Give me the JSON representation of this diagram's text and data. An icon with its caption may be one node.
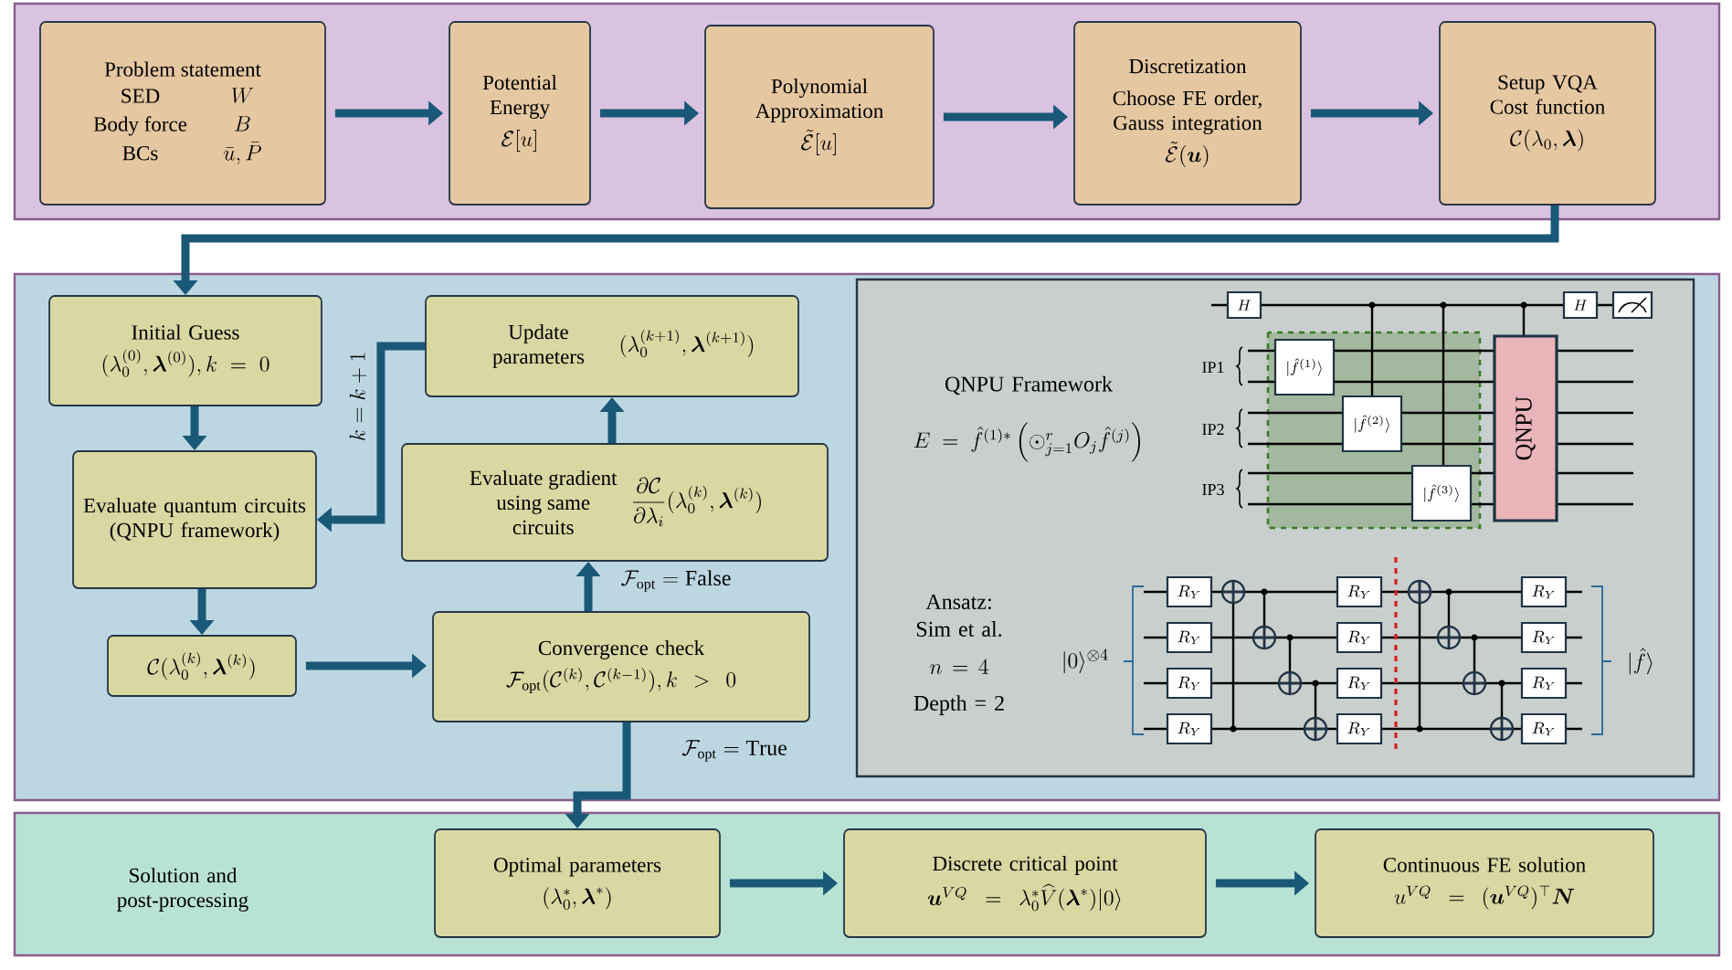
{
  "diagram": {
    "nodes": [
      {
        "text": [],
        "shape": "box"
      },
      {
        "text": [
          "Problem statement",
          "SED",
          "W",
          "Body force",
          "B",
          "BCs",
          "\\bar{u}, \\bar{P}"
        ],
        "in": 0
      },
      {
        "text": [
          "Potential Energy",
          "\\mathcal{E}[u]"
        ],
        "in": 0
      },
      {
        "text": [
          "Polynomial Approximation",
          "\\tilde{\\mathcal{E}}[u]"
        ],
        "in": 0
      },
      {
        "text": [
          "Discretization",
          "Choose FE order, Gauss integration",
          "\\tilde{\\mathcal{E}}(\\boldsymbol{u})"
        ],
        "in": 0
      },
      {
        "text": [
          "Setup VQA Cost function",
          "\\mathcal{C}(\\lambda_0, \\boldsymbol{\\lambda})"
        ],
        "in": 0
      },
      {
        "text": [],
        "shape": "box"
      },
      {
        "text": [
          "Initial Guess",
          "(\\lambda_0^{(0)},\\boldsymbol{\\lambda}^{(0)}),k=0"
        ],
        "in": 6
      },
      {
        "text": [
          "Evaluate quantum circuits (QNPU framework)"
        ],
        "in": 6
      },
      {
        "text": [
          "\\mathcal{C}(\\lambda_0^{(k)}, \\boldsymbol{\\lambda}^{(k)})"
        ],
        "in": 6
      },
      {
        "text": [
          "Convergence check",
          "\\mathcal{F}_{\\mathrm{opt}}(\\mathcal{C}^{(k)},\\mathcal{C}^{(k-1)}),k>0"
        ],
        "in": 6
      },
      {
        "text": [
          "Evaluate gradient using same circuits",
          "\\frac{\\partial \\mathcal{C}}{\\partial \\lambda_i}(\\lambda_0^{(k)}, \\boldsymbol{\\lambda}^{(k)})"
        ],
        "in": 6
      },
      {
        "text": [
          "Update parameters",
          "(\\lambda_0^{(k+1)}, \\boldsymbol{\\lambda}^{(k+1)})"
        ],
        "in": 6
      },
      {
        "text": [
          "QNPU Framework",
          "E=\\hat{f}^{(1)*}\\left(\\odot_{j=1}^{r}O_j\\hat{f}^{(j)}\\right)",
          "Ansatz: Sim et al.",
          "n=4",
          "Depth = 2"
        ],
        "in": 6
      },
      {
        "text": [
          "H"
        ],
        "in": 13
      },
      {
        "text": [
          "|\\hat{f}^{(1)}\\rangle"
        ],
        "in": 13
      },
      {
        "text": [
          "|\\hat{f}^{(2)}\\rangle"
        ],
        "in": 13
      },
      {
        "text": [
          "|\\hat{f}^{(3)}\\rangle"
        ],
        "in": 13
      },
      {
        "text": [
          "QNPU"
        ],
        "in": 13
      },
      {
        "text": [
          "H"
        ],
        "in": 13
      },
      {
        "text": [
          "R_Y"
        ],
        "in": 13
      },
      {
        "text": [
          "R_Y"
        ],
        "in": 13
      },
      {
        "text": [
          "R_Y"
        ],
        "in": 13
      },
      {
        "text": [
          "R_Y"
        ],
        "in": 13
      },
      {
        "text": [
          "R_Y"
        ],
        "in": 13
      },
      {
        "text": [
          "R_Y"
        ],
        "in": 13
      },
      {
        "text": [
          "R_Y"
        ],
        "in": 13
      },
      {
        "text": [
          "R_Y"
        ],
        "in": 13
      },
      {
        "text": [
          "R_Y"
        ],
        "in": 13
      },
      {
        "text": [
          "R_Y"
        ],
        "in": 13
      },
      {
        "text": [
          "R_Y"
        ],
        "in": 13
      },
      {
        "text": [
          "R_Y"
        ],
        "in": 13
      },
      {
        "text": [
          "Solution and post-processing"
        ]
      },
      {
        "text": [
          "Optimal parameters",
          "(\\lambda_0^*, \\boldsymbol{\\lambda}^*)"
        ],
        "in": 32
      },
      {
        "text": [
          "Discrete critical point",
          "\\boldsymbol{u}^{VQ}=\\lambda_0^*\\widehat{V}(\\boldsymbol{\\lambda}^*)|0\\rangle"
        ],
        "in": 32
      },
      {
        "text": [
          "Continuous FE solution",
          "u^{VQ}=(\\boldsymbol{u}^{VQ})^\\top\\boldsymbol{N}"
        ],
        "in": 32
      }
    ],
    "edges": [
      {
        "from": 1,
        "to": 2,
        "arrow": "to"
      },
      {
        "from": 2,
        "to": 3,
        "arrow": "to"
      },
      {
        "from": 3,
        "to": 4,
        "arrow": "to"
      },
      {
        "from": 4,
        "to": 5,
        "arrow": "to"
      },
      {
        "from": 5,
        "to": 7,
        "arrow": "to"
      },
      {
        "from": 7,
        "to": 8,
        "arrow": "to"
      },
      {
        "from": 8,
        "to": 9,
        "arrow": "to"
      },
      {
        "from": 9,
        "to": 10,
        "arrow": "to"
      },
      {
        "from": 10,
        "to": 11,
        "arrow": "to",
        "label": "\\mathcal{F}_{\\mathrm{opt}}=\\mathrm{False}"
      },
      {
        "from": 11,
        "to": 12,
        "arrow": "to"
      },
      {
        "from": 12,
        "to": 8,
        "arrow": "to",
        "label": "k=k+1"
      },
      {
        "from": 10,
        "to": 33,
        "arrow": "to",
        "label": "\\mathcal{F}_{\\mathrm{opt}}=\\mathrm{True}"
      },
      {
        "from": 33,
        "to": 34,
        "arrow": "to"
      },
      {
        "from": 34,
        "to": 35,
        "arrow": "to"
      }
    ],
    "labels": [
      "IP1",
      "IP2",
      "IP3",
      "|0\\rangle^{\\otimes 4}",
      "|\\hat{f}\\rangle"
    ]
  }
}
